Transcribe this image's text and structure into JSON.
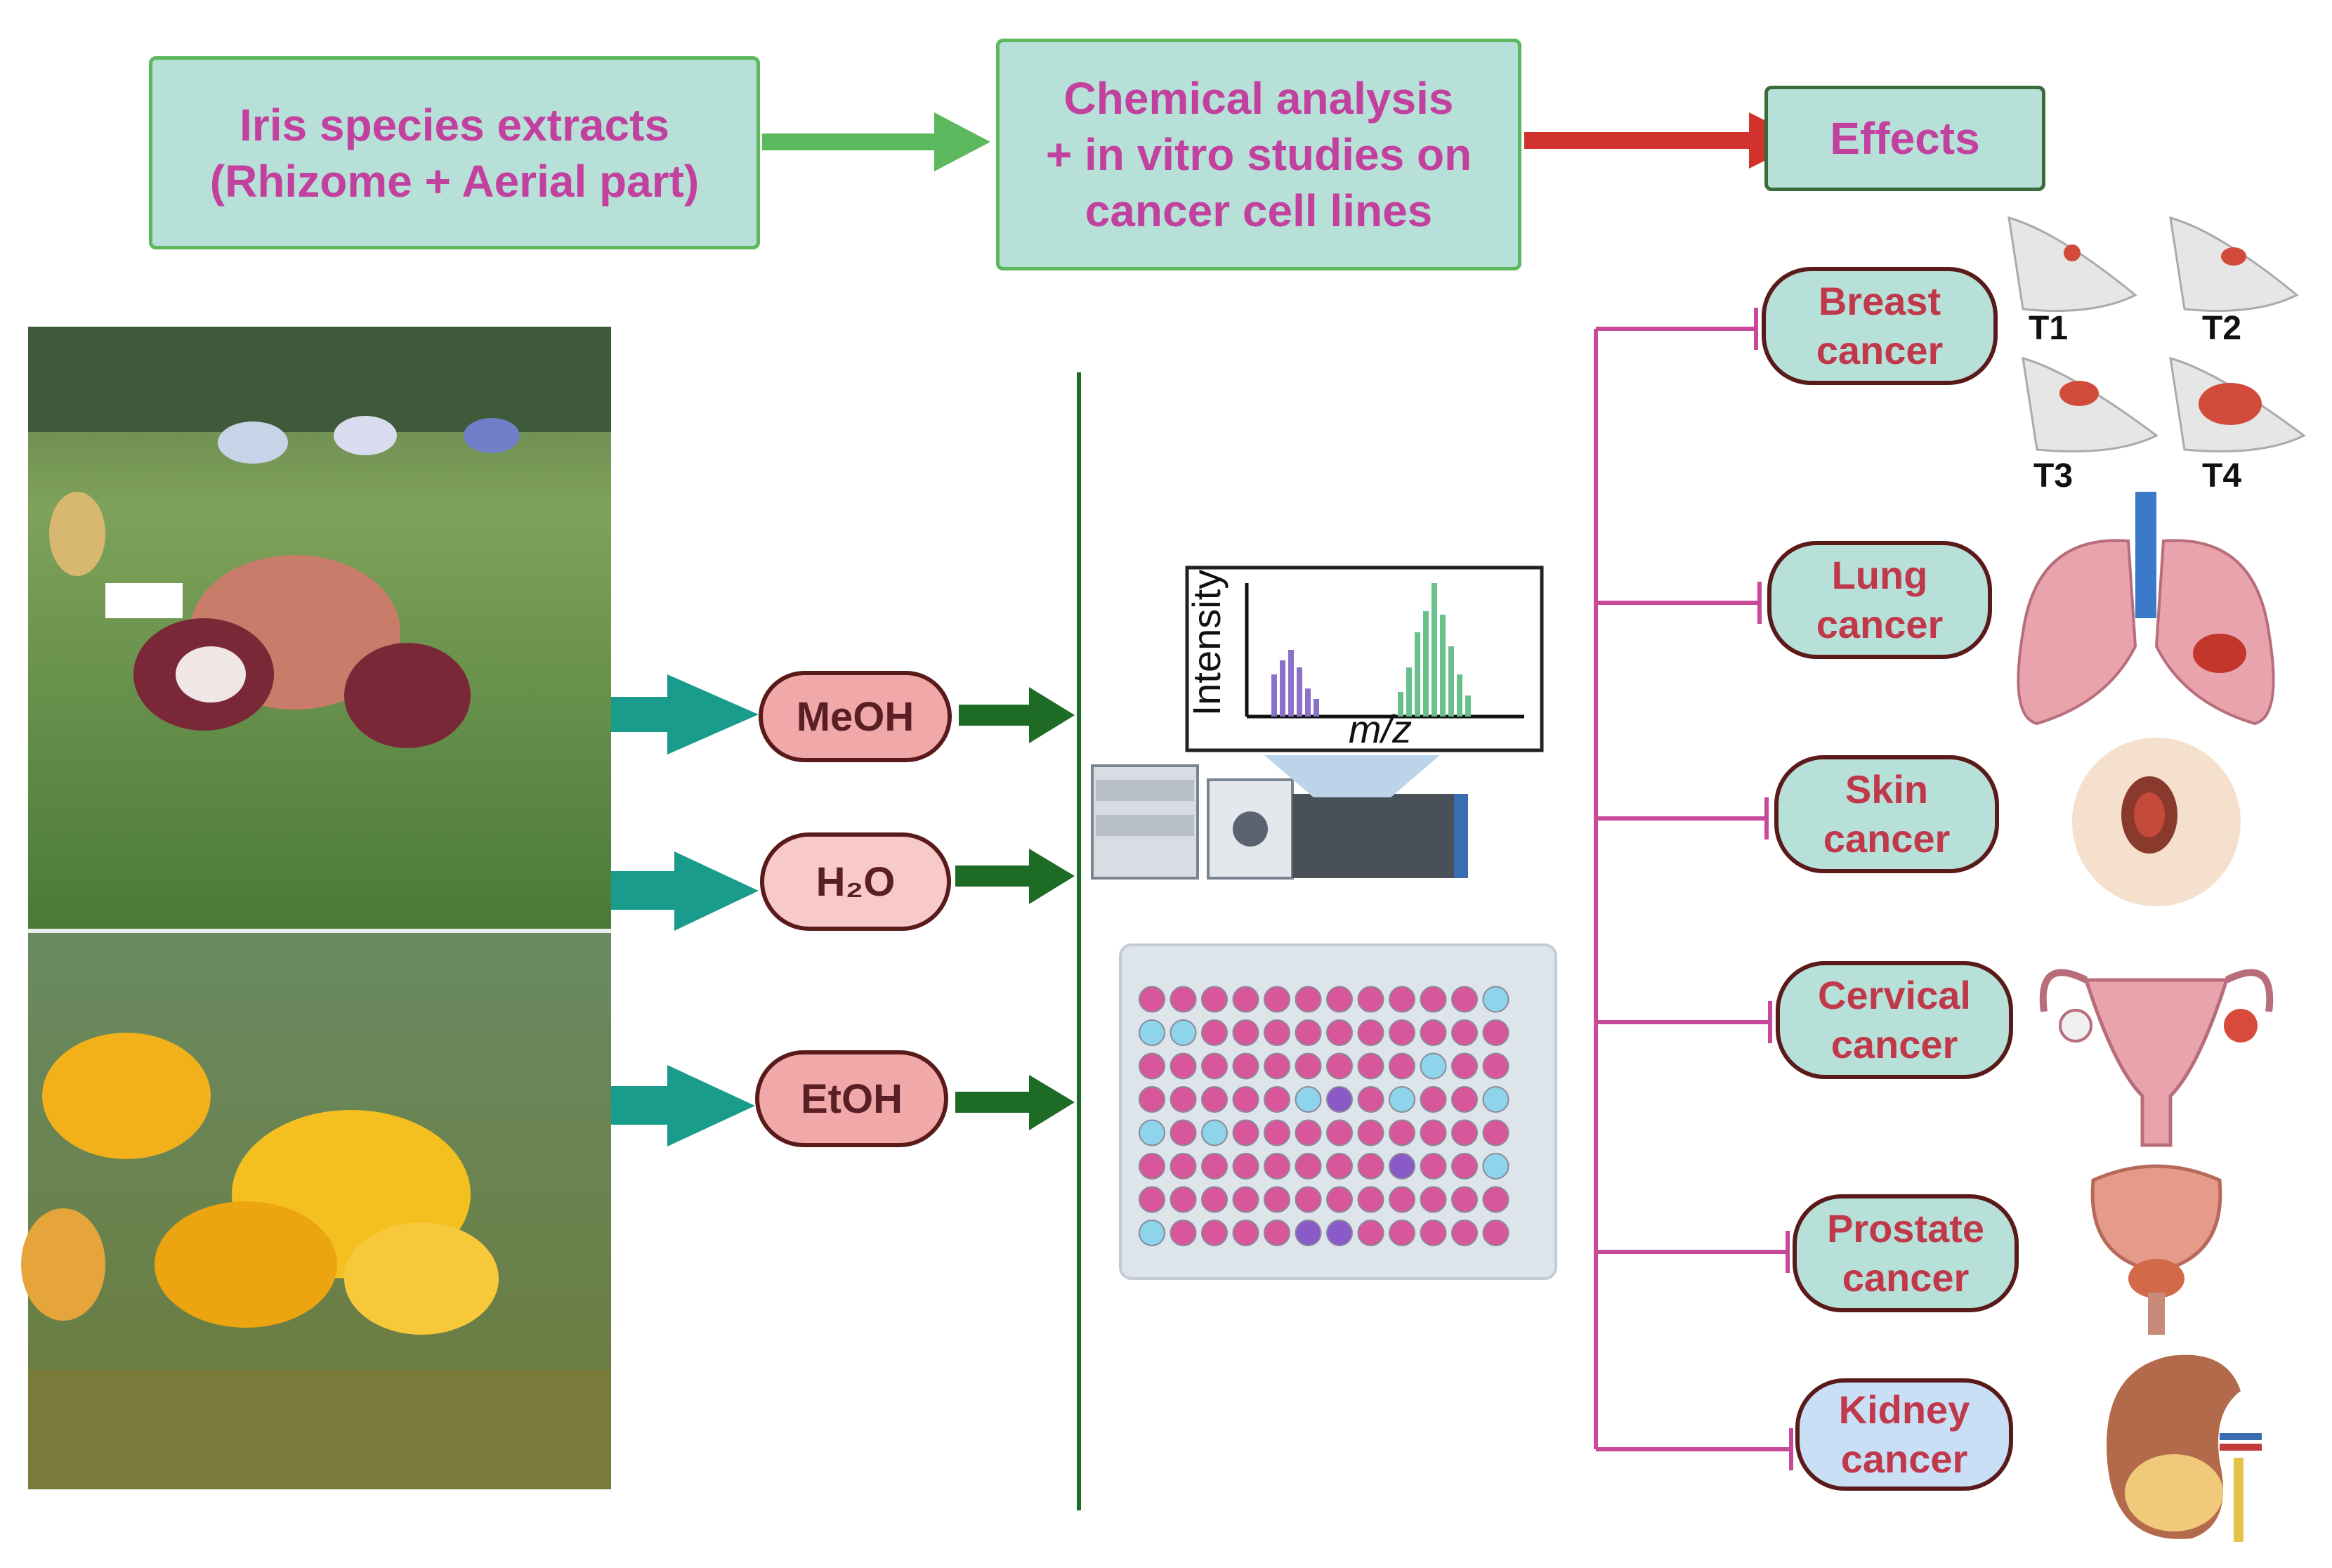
{
  "top_flow": {
    "box1": {
      "line1": "Iris species extracts",
      "line2": "(Rhizome + Aerial part)"
    },
    "box2": {
      "line1": "Chemical analysis",
      "line2": "+ in vitro studies on",
      "line3": "cancer cell lines"
    },
    "box3": {
      "label": "Effects"
    }
  },
  "solvents": [
    {
      "label": "MeOH"
    },
    {
      "label": "H₂O"
    },
    {
      "label": "EtOH"
    }
  ],
  "spectrum": {
    "ylabel": "Intensity",
    "xlabel": "m/z"
  },
  "cancers": [
    {
      "line1": "Breast",
      "line2": "cancer"
    },
    {
      "line1": "Lung",
      "line2": "cancer"
    },
    {
      "line1": "Skin",
      "line2": "cancer"
    },
    {
      "line1": "Cervical",
      "line2": "cancer"
    },
    {
      "line1": "Prostate",
      "line2": "cancer"
    },
    {
      "line1": "Kidney",
      "line2": "cancer"
    }
  ],
  "tumor_stages": [
    "T1",
    "T2",
    "T3",
    "T4"
  ],
  "colors": {
    "box_fill": "#b7e0d8",
    "box_border": "#5cb85c",
    "box_text": "#c2419e",
    "arrow_green_light": "#5cb85c",
    "arrow_red": "#d2322d",
    "arrow_teal": "#1a9c8c",
    "arrow_dark_green": "#1e6b25",
    "inhibit_line": "#c8489a",
    "solvent_fill": "#f0a8a8",
    "kidney_fill": "#c9dff5"
  }
}
